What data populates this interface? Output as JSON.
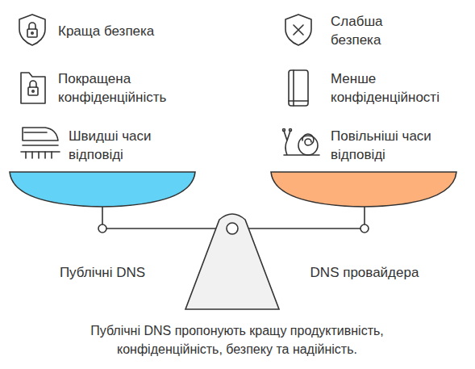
{
  "diagram": {
    "caption": "Публічні DNS пропонують кращу продуктивність, конфіденційність, безпеку та надійність.",
    "labels": [
      "Краща безпека",
      "Слабша безпека",
      "Покращена конфіденційність",
      "Менше конфіденційності",
      "Швидші часи відповіді",
      "Повільніші часи відповіді",
      "Публічні DNS",
      "DNS провайдера"
    ]
  }
}
